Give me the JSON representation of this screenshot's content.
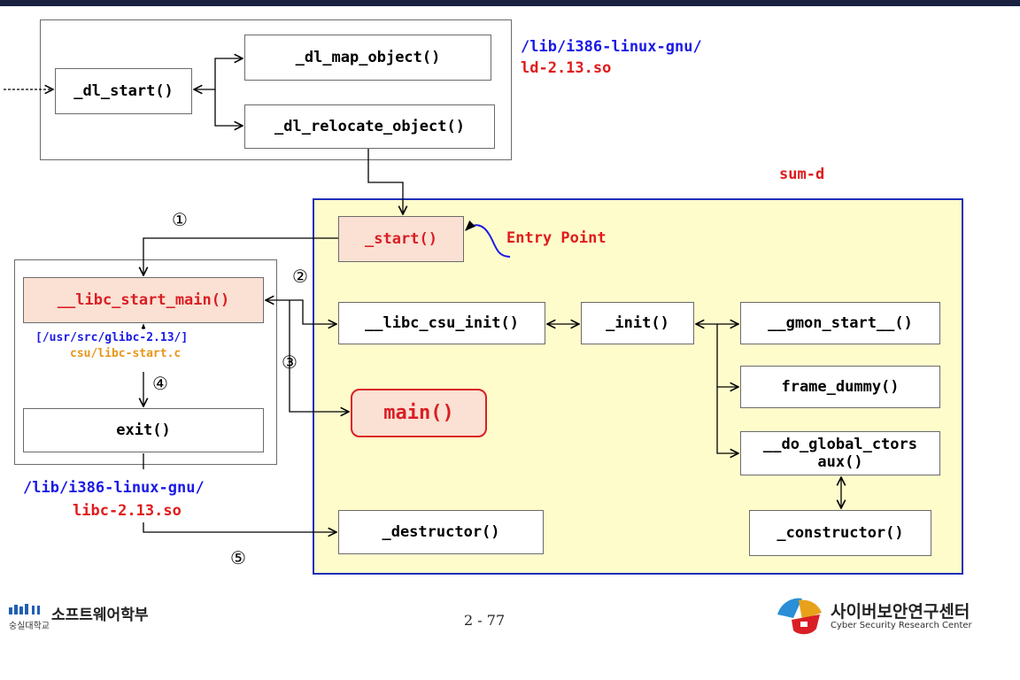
{
  "loader": {
    "path_line1": "/lib/i386-linux-gnu/",
    "path_line2": "ld-2.13.so",
    "dl_start": "_dl_start()",
    "dl_map_object": "_dl_map_object()",
    "dl_relocate_object": "_dl_relocate_object()"
  },
  "libc": {
    "path_line1": "/lib/i386-linux-gnu/",
    "path_line2": "libc-2.13.so",
    "libc_start_main": "__libc_start_main()",
    "src_line1": "[/usr/src/glibc-2.13/]",
    "src_line2": "csu/libc-start.c",
    "exit": "exit()"
  },
  "sumd": {
    "title": "sum-d",
    "start": "_start()",
    "entry_point": "Entry Point",
    "libc_csu_init": "__libc_csu_init()",
    "init": "_init()",
    "gmon_start": "__gmon_start__()",
    "frame_dummy": "frame_dummy()",
    "do_global_ctors_line1": "__do_global_ctors",
    "do_global_ctors_line2": "aux()",
    "constructor": "_constructor()",
    "main": "main()",
    "destructor": "_destructor()"
  },
  "steps": [
    "①",
    "②",
    "③",
    "④",
    "⑤"
  ],
  "footer": {
    "left_logo_text": "소프트웨어학부",
    "left_logo_sub": "숭실대학교",
    "page": "2 - 77",
    "right_logo_text": "사이버보안연구센터",
    "right_logo_sub": "Cyber Security Research Center"
  },
  "colors": {
    "blue_label": "#1a1ae6",
    "red_label": "#e01b1b",
    "sumd_border": "#1f2fb8",
    "sumd_fill": "#fffccc",
    "highlight_fill": "#fbe1d3"
  }
}
